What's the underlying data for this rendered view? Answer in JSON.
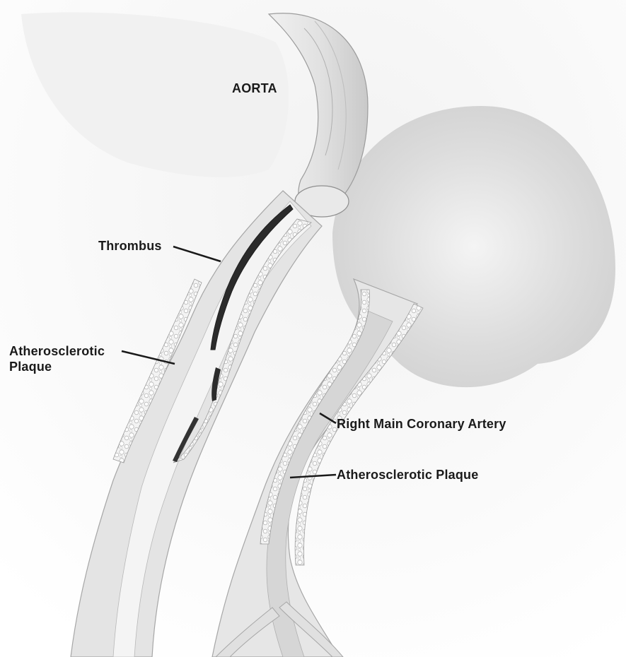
{
  "labels": {
    "aorta": "AORTA",
    "thrombus": "Thrombus",
    "plaque_left_line1": "Atherosclerotic",
    "plaque_left_line2": "Plaque",
    "right_main_coronary_artery": "Right Main Coronary Artery",
    "plaque_right": "Atherosclerotic Plaque"
  },
  "colors": {
    "background": "#ffffff",
    "tissue_shade": "#cfcfcf",
    "vessel_wall": "#e6e6e6",
    "lumen": "#d9d9d9",
    "plaque": "#f2f2f2",
    "thrombus": "#2b2b2b",
    "ink": "#1a1a1a"
  }
}
